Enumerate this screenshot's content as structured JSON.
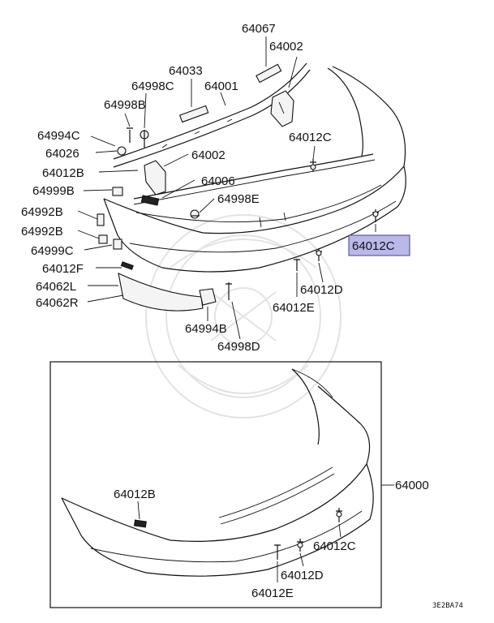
{
  "labels": {
    "p64067": "64067",
    "p64002_top": "64002",
    "p64033": "64033",
    "p64998C": "64998C",
    "p64001": "64001",
    "p64998B": "64998B",
    "p64994C": "64994C",
    "p64026": "64026",
    "p64012B_top": "64012B",
    "p64002_mid": "64002",
    "p64006": "64006",
    "p64999B": "64999B",
    "p64998E": "64998E",
    "p64992B_1": "64992B",
    "p64992B_2": "64992B",
    "p64999C": "64999C",
    "p64012F": "64012F",
    "p64062L": "64062L",
    "p64062R": "64062R",
    "p64012C_top": "64012C",
    "p64012C_highlight": "64012C",
    "p64012D_top": "64012D",
    "p64012E_top": "64012E",
    "p64994B": "64994B",
    "p64998D": "64998D",
    "p64000": "64000",
    "p64012B_box": "64012B",
    "p64012C_box": "64012C",
    "p64012D_box": "64012D",
    "p64012E_box": "64012E"
  },
  "diagram_code": "3E2BA74",
  "colors": {
    "highlight_fill": "#b9b8e8",
    "highlight_border": "#5a5ab0",
    "line": "#111111"
  }
}
